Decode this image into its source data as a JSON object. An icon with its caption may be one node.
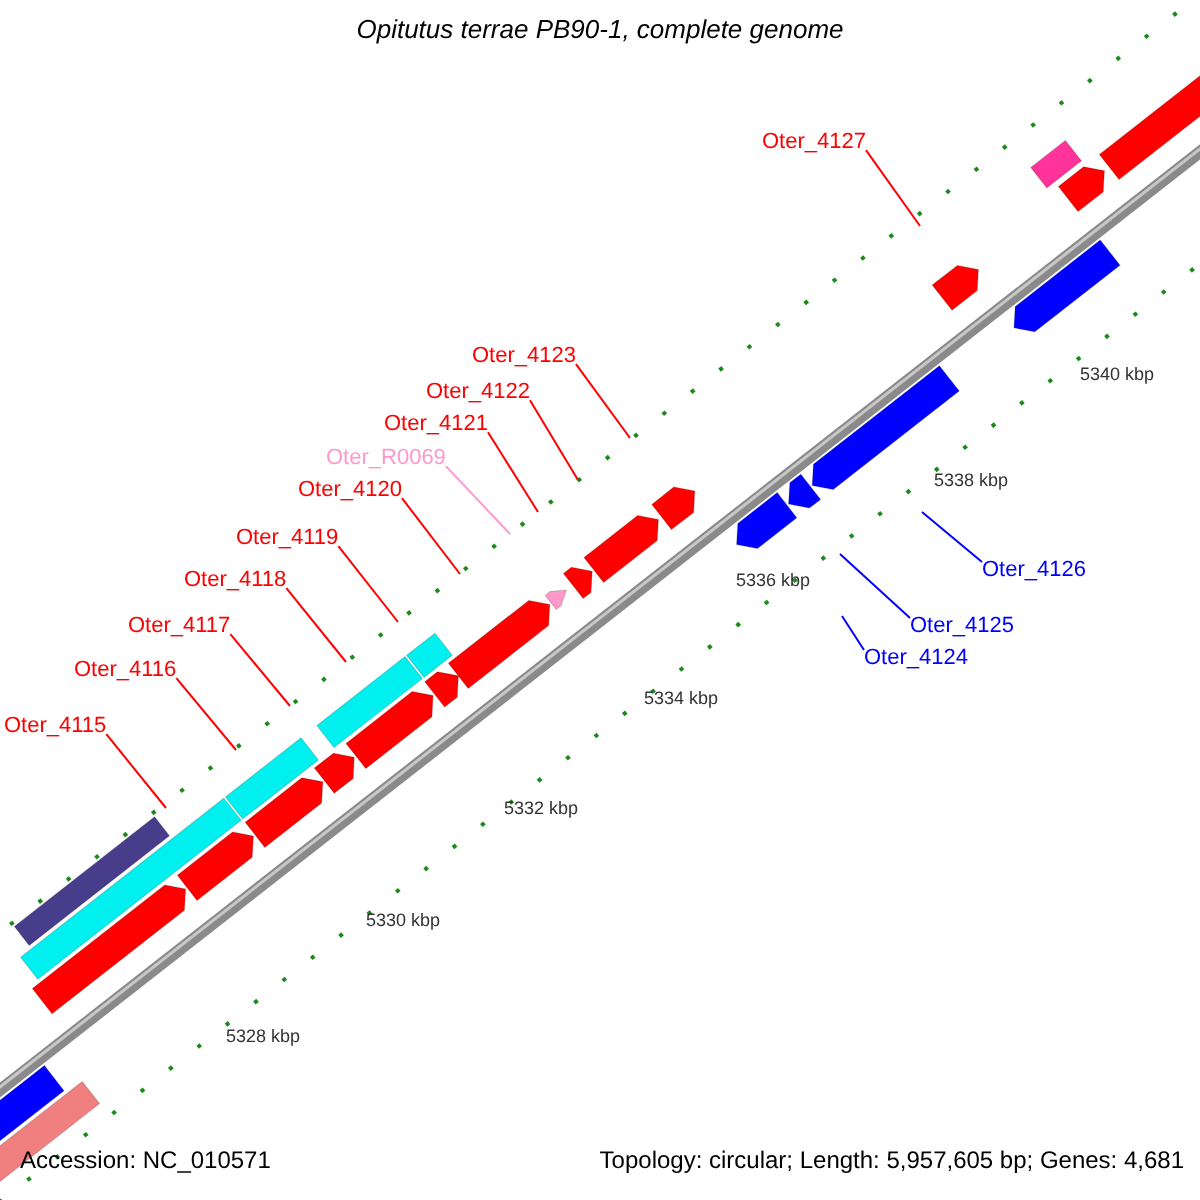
{
  "diagram": {
    "title": "Opitutus terrae PB90-1, complete genome",
    "nodes": [
      {
        "text": [
          "Oter_4127"
        ]
      },
      {
        "text": [
          "Oter_4123"
        ]
      },
      {
        "text": [
          "Oter_4122"
        ]
      },
      {
        "text": [
          "Oter_4121"
        ]
      },
      {
        "text": [
          "Oter_R0069"
        ]
      },
      {
        "text": [
          "Oter_4120"
        ]
      },
      {
        "text": [
          "Oter_4119"
        ]
      },
      {
        "text": [
          "Oter_4126"
        ]
      },
      {
        "text": [
          "Oter_4118"
        ]
      },
      {
        "text": [
          "Oter_4117"
        ]
      },
      {
        "text": [
          "Oter_4125"
        ]
      },
      {
        "text": [
          "Oter_4124"
        ]
      },
      {
        "text": [
          "Oter_4116"
        ]
      },
      {
        "text": [
          "Oter_4115"
        ]
      }
    ],
    "edges": [
      {
        "from": 0,
        "to": null,
        "arrow": "none"
      },
      {
        "from": 1,
        "to": null,
        "arrow": "none"
      },
      {
        "from": 2,
        "to": null,
        "arrow": "none"
      },
      {
        "from": 3,
        "to": null,
        "arrow": "none"
      },
      {
        "from": 4,
        "to": null,
        "arrow": "none",
        "color": "#ff99cc"
      },
      {
        "from": 5,
        "to": null,
        "arrow": "none"
      },
      {
        "from": 6,
        "to": null,
        "arrow": "none"
      },
      {
        "from": 7,
        "to": null,
        "arrow": "none",
        "color": "#0000ff"
      },
      {
        "from": 8,
        "to": null,
        "arrow": "none"
      },
      {
        "from": 9,
        "to": null,
        "arrow": "none"
      },
      {
        "from": 10,
        "to": null,
        "arrow": "none",
        "color": "#0000ff"
      },
      {
        "from": 11,
        "to": null,
        "arrow": "none",
        "color": "#0000ff"
      },
      {
        "from": 12,
        "to": null,
        "arrow": "none"
      },
      {
        "from": 13,
        "to": null,
        "arrow": "none"
      }
    ],
    "labels": [
      "5340 kbp",
      "5338 kbp",
      "5336 kbp",
      "5334 kbp",
      "5332 kbp",
      "5330 kbp",
      "5328 kbp",
      "Accession: NC_010571",
      "Topology: circular; Length: 5,957,605 bp; Genes: 4,681"
    ]
  }
}
